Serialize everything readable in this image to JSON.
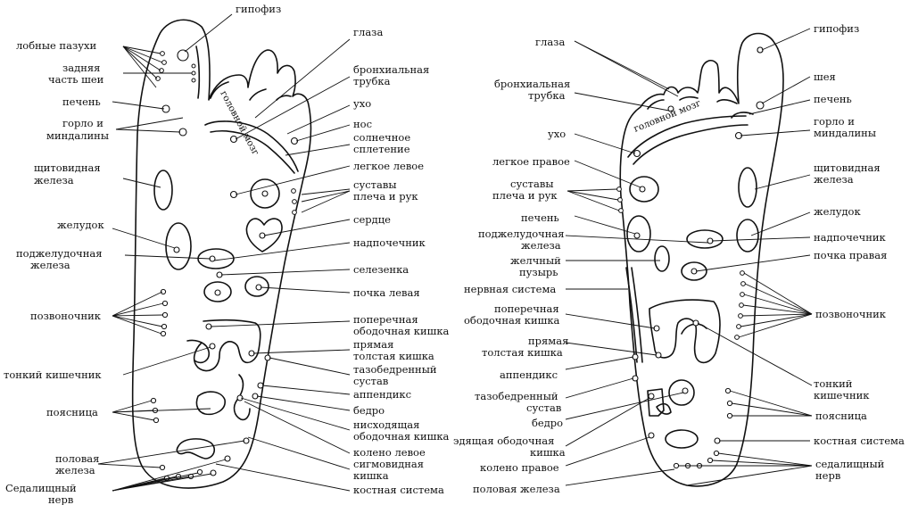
{
  "left_foot": {
    "labels": {
      "gipofiz": "гипофиз",
      "lobnye_pazukhi": "лобные пазухи",
      "zadnyaya_chast_shei_1": "задняя",
      "zadnyaya_chast_shei_2": "часть шеи",
      "pechen": "печень",
      "gorlo_1": "горло и",
      "gorlo_2": "миндалины",
      "shchitovidnaya_1": "щитовидная",
      "shchitovidnaya_2": "железа",
      "zheludok": "желудок",
      "podzheludochnaya_1": "поджелудочная",
      "podzheludochnaya_2": "железа",
      "pozvonochnik": "позвоночник",
      "tonkiy_kishechnik": "тонкий кишечник",
      "poyasnitsa": "поясница",
      "polovaya_1": "половая",
      "polovaya_2": "железа",
      "sedalishchny_1": "Седалищный",
      "sedalishchny_2": "нерв",
      "glaza": "глаза",
      "bronkh_1": "бронхиальная",
      "bronkh_2": "трубка",
      "ukho": "ухо",
      "nos": "нос",
      "solnechnoe_1": "солнечное",
      "solnechnoe_2": "сплетение",
      "legkoe_levoe": "легкое левое",
      "sustavy_1": "суставы",
      "sustavy_2": "плеча и рук",
      "serdtse": "сердце",
      "nadpochechnik": "надпочечник",
      "selezenka": "селезенка",
      "pochka_levaya": "почка левая",
      "poperechnaya_1": "поперечная",
      "poperechnaya_2": "ободочная кишка",
      "pryamaya_1": "прямая",
      "pryamaya_2": "толстая кишка",
      "tazobedr_1": "тазобедренный",
      "tazobedr_2": "сустав",
      "appendiks": "аппендикс",
      "bedro": "бедро",
      "niskhodyashchaya_1": "нисходящая",
      "niskhodyashchaya_2": "ободочная кишка",
      "koleno_levoe": "колено левое",
      "sigmovidnaya_1": "сигмовидная",
      "sigmovidnaya_2": "кишка",
      "kostnaya_sistema": "костная система",
      "golovnoy_mozg": "головной мозг"
    }
  },
  "right_foot": {
    "labels": {
      "gipofiz": "гипофиз",
      "glaza": "глаза",
      "bronkh_1": "бронхиальная",
      "bronkh_2": "трубка",
      "ukho": "ухо",
      "legkoe_pravoe": "легкое правое",
      "sustavy_1": "суставы",
      "sustavy_2": "плеча и рук",
      "pechen": "печень",
      "podzheludochnaya_1": "поджелудочная",
      "podzheludochnaya_2": "железа",
      "zhelchny_1": "желчный",
      "zhelchny_2": "пузырь",
      "nervnaya_sistema": "нервная система",
      "poperechnaya_1": "поперечная",
      "poperechnaya_2": "ободочная кишка",
      "pryamaya_1": "прямая",
      "pryamaya_2": "толстая кишка",
      "appendiks": "аппендикс",
      "tazobedr_1": "тазобедренный",
      "tazobedr_2": "сустав",
      "bedro": "бедро",
      "voskhodyashchaya_1": "эдящая ободочная",
      "voskhodyashchaya_2": "кишка",
      "koleno_pravoe": "колено правое",
      "polovaya_zheleza": "половая железа",
      "sheya": "шея",
      "pechen_r": "печень",
      "gorlo_1": "горло и",
      "gorlo_2": "миндалины",
      "shchitovidnaya_1": "щитовидная",
      "shchitovidnaya_2": "железа",
      "zheludok": "желудок",
      "nadpochechnik": "надпочечник",
      "pochka_pravaya": "почка правая",
      "pozvonochnik": "позвоночник",
      "tonkiy_1": "тонкий",
      "tonkiy_2": "кишечник",
      "poyasnitsa": "поясница",
      "kostnaya_sistema": "костная система",
      "sedalishchny_1": "седалищный",
      "sedalishchny_2": "нерв",
      "golovnoy_mozg": "головной мозг"
    }
  }
}
